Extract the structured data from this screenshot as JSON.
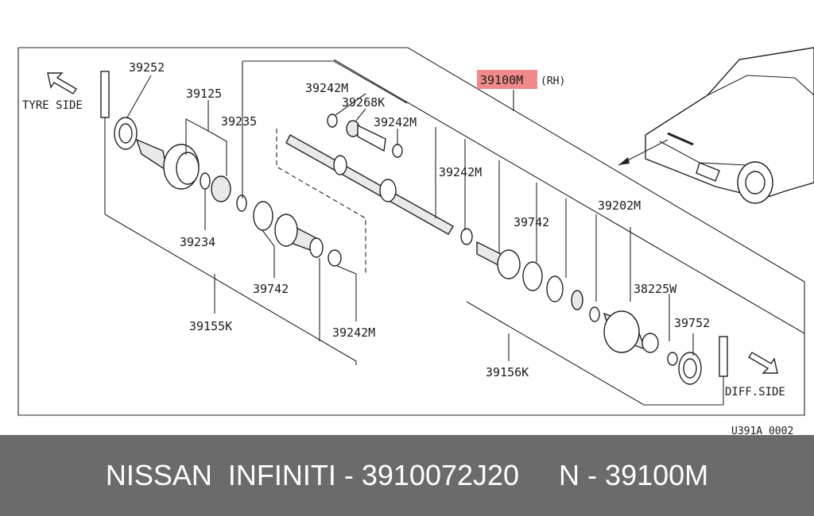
{
  "diagram": {
    "highlight_color": "#f08a8a",
    "tyre_side_label": "TYRE SIDE",
    "diff_side_label": "DIFF.SIDE",
    "main_part": {
      "code": "39100M",
      "suffix": "(RH)"
    },
    "part_labels": [
      "39252",
      "39125",
      "39235",
      "39242M",
      "39268K",
      "39242M",
      "39242M",
      "39100M",
      "39202M",
      "39742",
      "39234",
      "39742",
      "39155K",
      "39242M",
      "38225W",
      "39752",
      "39156K"
    ],
    "figure_code": "U391A 0002"
  },
  "footer": {
    "text": "NISSAN  INFINITI - 3910072J20     N - 39100M",
    "bg_color": "#6b6b6b",
    "text_color": "#ffffff"
  }
}
